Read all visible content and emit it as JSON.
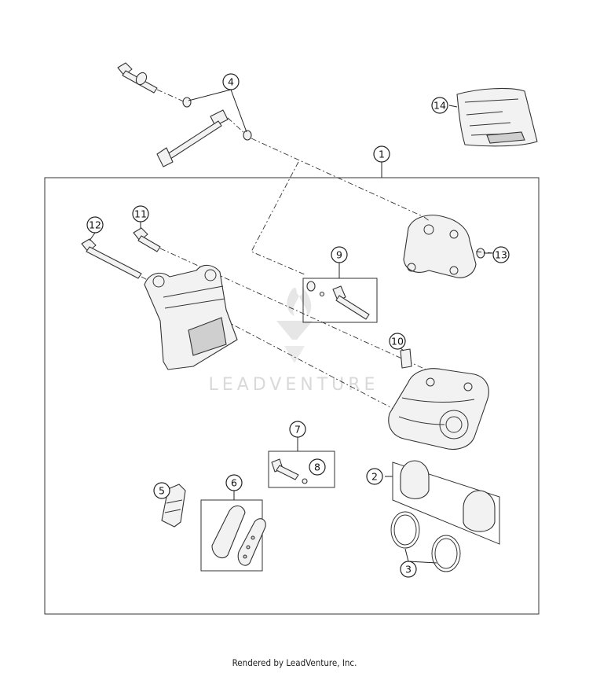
{
  "callouts": [
    {
      "id": "c1",
      "label": "1"
    },
    {
      "id": "c2",
      "label": "2"
    },
    {
      "id": "c3",
      "label": "3"
    },
    {
      "id": "c4",
      "label": "4"
    },
    {
      "id": "c5",
      "label": "5"
    },
    {
      "id": "c6",
      "label": "6"
    },
    {
      "id": "c7",
      "label": "7"
    },
    {
      "id": "c8",
      "label": "8"
    },
    {
      "id": "c9",
      "label": "9"
    },
    {
      "id": "c10",
      "label": "10"
    },
    {
      "id": "c11",
      "label": "11"
    },
    {
      "id": "c12",
      "label": "12"
    },
    {
      "id": "c13",
      "label": "13"
    },
    {
      "id": "c14",
      "label": "14"
    }
  ],
  "watermark": "LEADVENTURE",
  "footer": "Rendered by LeadVenture, Inc."
}
